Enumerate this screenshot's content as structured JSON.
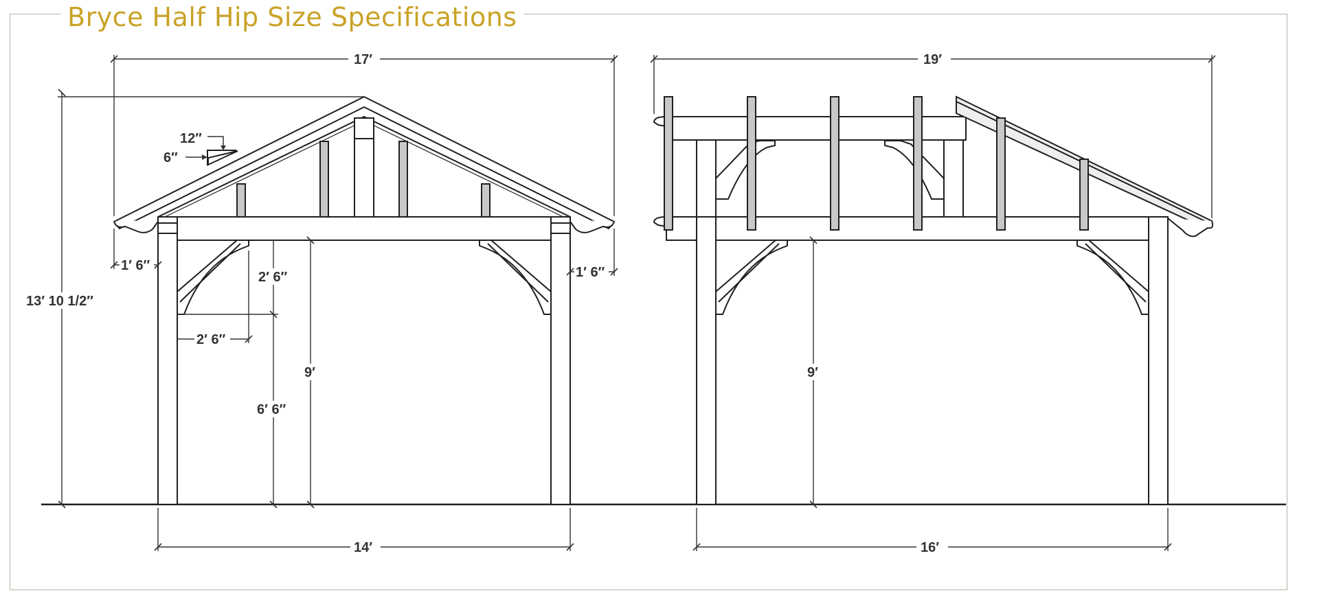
{
  "title": "Bryce Half Hip Size Specifications",
  "colors": {
    "title": "#c9a227",
    "frame": "#b9aea3",
    "line": "#1f1f1f",
    "dimension": "#333333",
    "post_fill": "#c8c8c8",
    "roof_fill": "#eeeeee"
  },
  "front_view": {
    "overall_width": "17′",
    "overall_height": "13′ 10 1/2″",
    "pitch_run": "12″",
    "pitch_rise": "6″",
    "left_overhang": "1′ 6″",
    "right_overhang": "1′ 6″",
    "brace_vertical": "2′ 6″",
    "brace_horizontal": "2′ 6″",
    "post_height": "9′",
    "brace_clearance": "6′ 6″",
    "post_spacing": "14′"
  },
  "side_view": {
    "overall_length": "19′",
    "post_height": "9′",
    "post_spacing": "16′"
  }
}
